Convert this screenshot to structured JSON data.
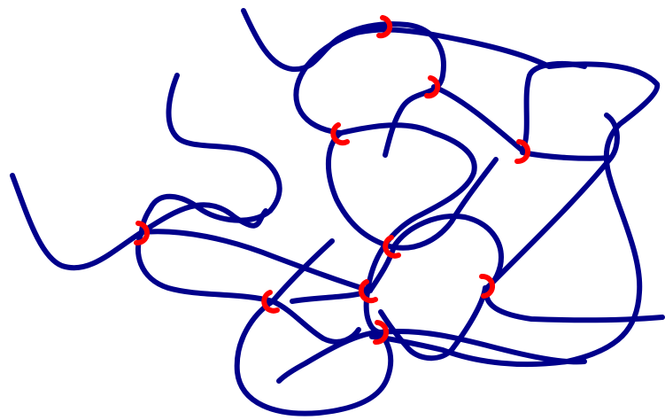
{
  "diagram": {
    "kind": "crosslinked polymer network",
    "strand_color": "#00008B",
    "crosslink_color": "#FF0000",
    "strand_count": 6,
    "crosslink_count": 10
  }
}
